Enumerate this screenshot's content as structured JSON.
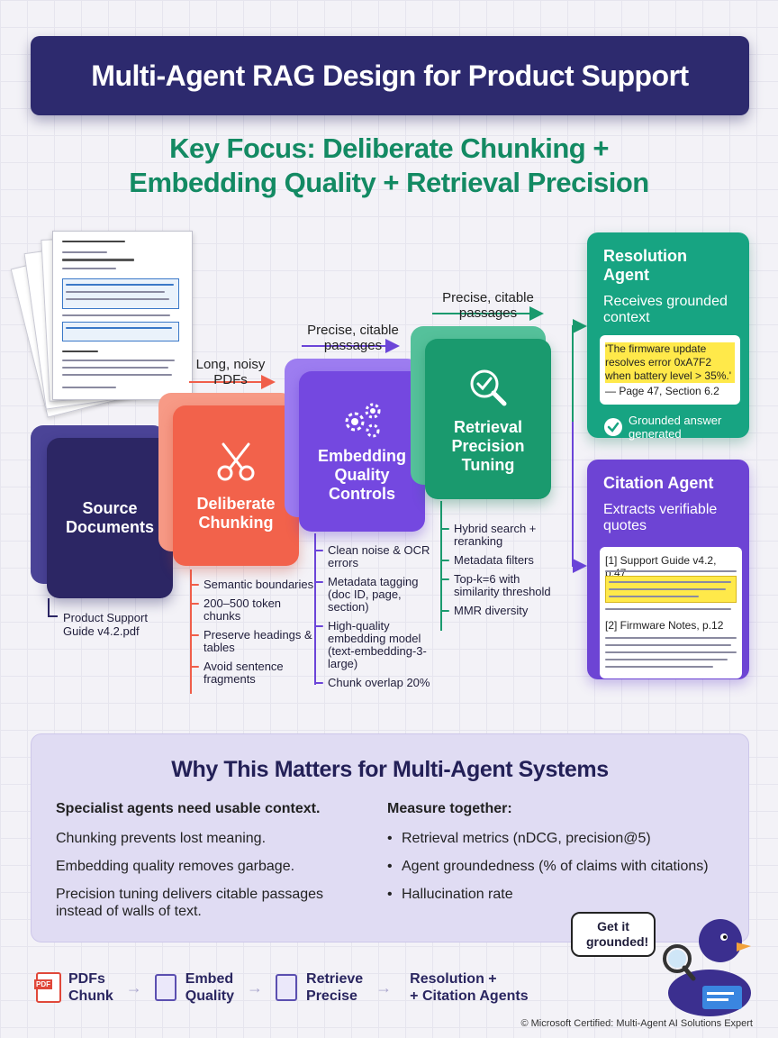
{
  "title": "Multi-Agent RAG Design for Product Support",
  "subtitle_line1": "Key Focus: Deliberate Chunking +",
  "subtitle_line2": "Embedding Quality + Retrieval Precision",
  "stages": {
    "source": {
      "label_line1": "Source",
      "label_line2": "Documents",
      "file": "Product Support Guide v4.2.pdf"
    },
    "chunking": {
      "label_line1": "Deliberate",
      "label_line2": "Chunking",
      "bullets": [
        "Semantic boundaries",
        "200–500 token chunks",
        "Preserve headings & tables",
        "Avoid sentence fragments"
      ]
    },
    "embedding": {
      "label_line1": "Embedding",
      "label_line2": "Quality",
      "label_line3": "Controls",
      "bullets": [
        "Clean noise & OCR errors",
        "Metadata tagging (doc ID, page, section)",
        "High-quality embedding model (text-embedding-3-large)",
        "Chunk overlap 20%"
      ]
    },
    "retrieval": {
      "label_line1": "Retrieval",
      "label_line2": "Precision",
      "label_line3": "Tuning",
      "bullets": [
        "Hybrid search + reranking",
        "Metadata filters",
        "Top-k=6 with similarity threshold",
        "MMR diversity"
      ]
    }
  },
  "flow_labels": {
    "long_noisy": "Long, noisy PDFs",
    "precise1": "Precise, citable passages",
    "precise2": "Precise, citable passages"
  },
  "resolution_agent": {
    "title": "Resolution Agent",
    "desc": "Receives grounded context",
    "quote": "'The firmware update resolves error 0xA7F2 when battery level > 35%.'",
    "source": "— Page 47, Section 6.2",
    "status": "Grounded answer generated"
  },
  "citation_agent": {
    "title": "Citation Agent",
    "desc": "Extracts verifiable quotes",
    "ref1": "[1] Support Guide v4.2, p.47",
    "ref2": "[2] Firmware Notes, p.12"
  },
  "why": {
    "title": "Why This Matters for Multi-Agent Systems",
    "left_head": "Specialist agents need usable context.",
    "left_rows": [
      "Chunking prevents lost meaning.",
      "Embedding quality removes garbage.",
      "Precision tuning delivers citable passages instead of walls of text."
    ],
    "right_head": "Measure together:",
    "right_rows": [
      "Retrieval metrics (nDCG, precision@5)",
      "Agent groundedness (% of claims with citations)",
      "Hallucination rate"
    ]
  },
  "bottom_flow": {
    "step1_line1": "PDFs",
    "step1_line2": "Chunk",
    "step2_line1": "Embed",
    "step2_line2": "Quality",
    "step3_line1": "Retrieve",
    "step3_line2": "Precise",
    "step4_line1": "Resolution +",
    "step4_line2": "+ Citation Agents",
    "pdf_badge": "PDF"
  },
  "mascot_bubble": "Get it grounded!",
  "footer": "© Microsoft Certified: Multi-Agent AI Solutions Expert",
  "colors": {
    "navy": "#2d2a6e",
    "green": "#138a63",
    "coral": "#f2624b",
    "purple": "#7448e0",
    "teal": "#1a9a6e",
    "source": "#2c2664"
  }
}
